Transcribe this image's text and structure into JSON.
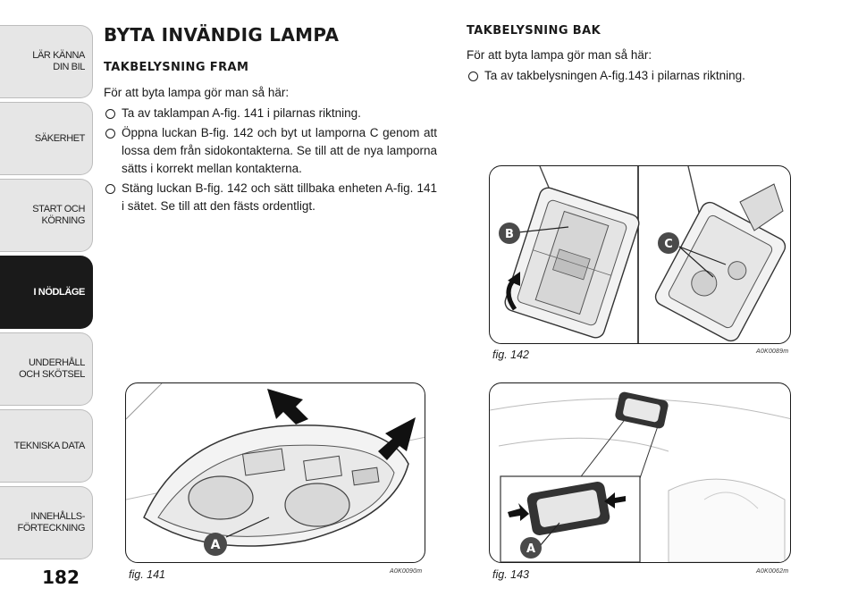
{
  "nav": {
    "tabs": [
      {
        "label": "LÄR KÄNNA\nDIN BIL",
        "active": false
      },
      {
        "label": "SÄKERHET",
        "active": false
      },
      {
        "label": "START OCH\nKÖRNING",
        "active": false
      },
      {
        "label": "I NÖDLÄGE",
        "active": true
      },
      {
        "label": "UNDERHÅLL\nOCH SKÖTSEL",
        "active": false
      },
      {
        "label": "TEKNISKA DATA",
        "active": false
      },
      {
        "label": "INNEHÅLLS-\nFÖRTECKNING",
        "active": false
      }
    ]
  },
  "page_number": "182",
  "title": "BYTA INVÄNDIG LAMPA",
  "front": {
    "heading": "TAKBELYSNING FRAM",
    "intro": "För att byta lampa gör man så här:",
    "steps": [
      "Ta av taklampan A-fig. 141 i pilarnas riktning.",
      "Öppna luckan B-fig. 142 och byt ut lamporna C genom att lossa dem från sidokontakterna. Se till att de nya lamporna sätts i korrekt mellan kontakterna.",
      "Stäng luckan B-fig. 142 och sätt tillbaka enheten A-fig. 141 i sätet. Se till att den fästs ordentligt."
    ]
  },
  "rear": {
    "heading": "TAKBELYSNING BAK",
    "intro": "För att byta lampa gör man så här:",
    "steps": [
      "Ta av takbelysningen A-fig.143 i pilarnas riktning."
    ]
  },
  "figures": {
    "fig141": {
      "label": "fig. 141",
      "code": "A0K0090m",
      "callout": "A"
    },
    "fig142": {
      "label": "fig. 142",
      "code": "A0K0089m",
      "callout_b": "B",
      "callout_c": "C"
    },
    "fig143": {
      "label": "fig. 143",
      "code": "A0K0062m",
      "callout": "A"
    }
  }
}
